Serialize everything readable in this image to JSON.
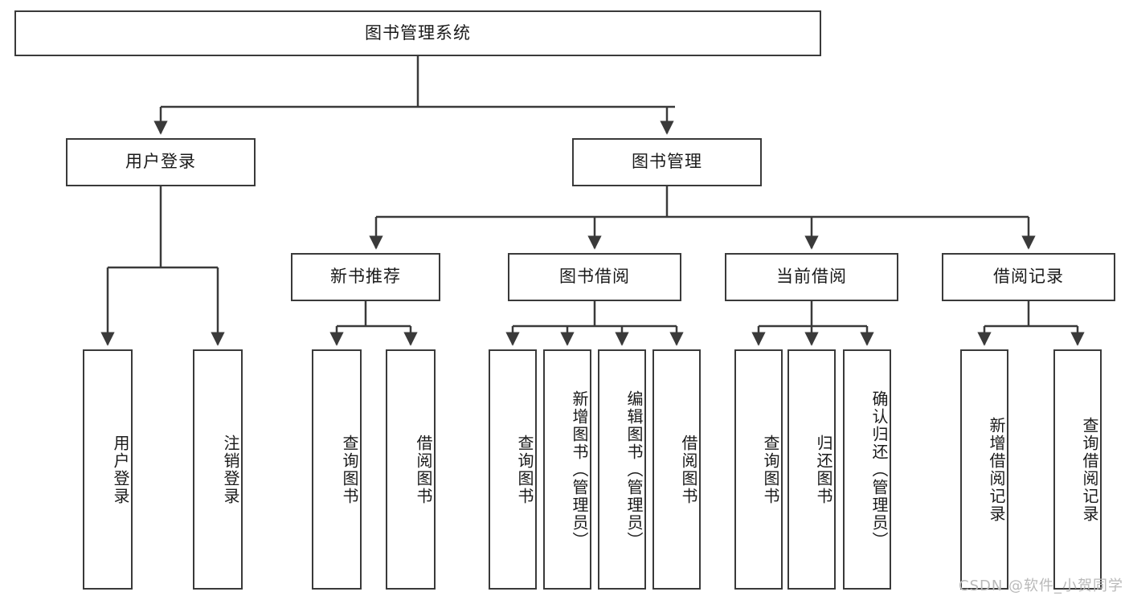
{
  "diagram": {
    "title_node": {
      "label": "图书管理系统"
    },
    "level2": [
      {
        "id": "user-login",
        "label": "用户登录"
      },
      {
        "id": "book-management",
        "label": "图书管理"
      }
    ],
    "level3": [
      {
        "id": "new-book-recommend",
        "label": "新书推荐"
      },
      {
        "id": "book-borrow",
        "label": "图书借阅"
      },
      {
        "id": "current-borrow",
        "label": "当前借阅"
      },
      {
        "id": "borrow-record",
        "label": "借阅记录"
      }
    ],
    "leaves": {
      "user_login": [
        {
          "id": "leaf-user-login",
          "label": "用户登录"
        },
        {
          "id": "leaf-logout-login",
          "label": "注销登录"
        }
      ],
      "new_book_recommend": [
        {
          "id": "leaf-query-book-1",
          "label": "查询图书"
        },
        {
          "id": "leaf-borrow-book-1",
          "label": "借阅图书"
        }
      ],
      "book_borrow": [
        {
          "id": "leaf-query-book-2",
          "label": "查询图书"
        },
        {
          "id": "leaf-add-book",
          "label": "新增图书（管理员）"
        },
        {
          "id": "leaf-edit-book",
          "label": "编辑图书（管理员）"
        },
        {
          "id": "leaf-borrow-book-2",
          "label": "借阅图书"
        }
      ],
      "current_borrow": [
        {
          "id": "leaf-query-book-3",
          "label": "查询图书"
        },
        {
          "id": "leaf-return-book",
          "label": "归还图书"
        },
        {
          "id": "leaf-confirm-return",
          "label": "确认归还（管理员）"
        }
      ],
      "borrow_record": [
        {
          "id": "leaf-add-record",
          "label": "新增借阅记录"
        },
        {
          "id": "leaf-query-record",
          "label": "查询借阅记录"
        }
      ]
    },
    "watermark": {
      "text": "CSDN @软件_小贺同学"
    },
    "colors": {
      "stroke": "#3a3a3a",
      "background": "#ffffff",
      "text": "#1a1a1a",
      "watermark": "#b9b9b9"
    }
  }
}
